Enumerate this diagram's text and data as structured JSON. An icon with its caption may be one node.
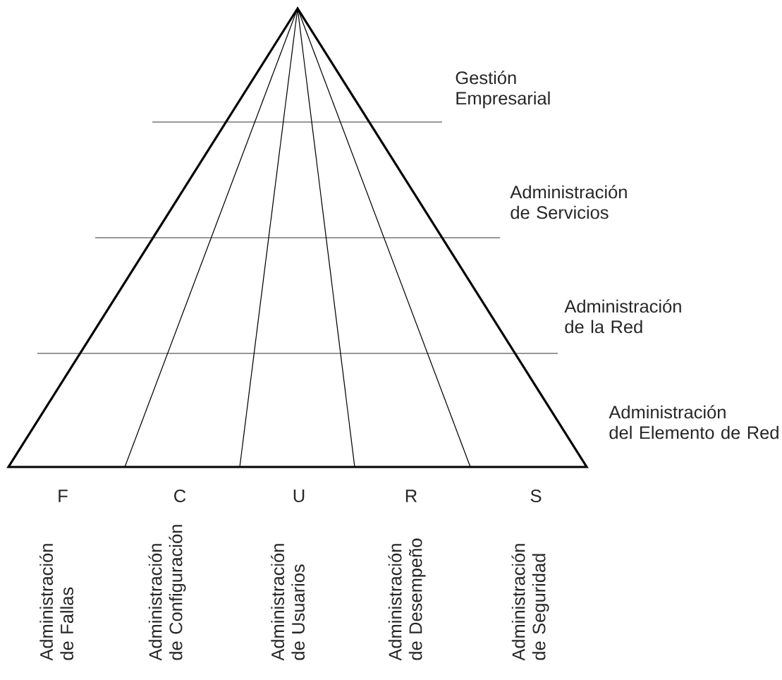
{
  "diagram": {
    "labels": [
      "Gestión Empresarial",
      "Administración de Servicios",
      "Administración de la Red",
      "Administración del Elemento de Red",
      "F",
      "C",
      "U",
      "R",
      "S",
      "Administración de Fallas",
      "Administración de Configuración",
      "Administración de Usuarios",
      "Administración de Desempeño",
      "Administración de Seguridad"
    ]
  }
}
